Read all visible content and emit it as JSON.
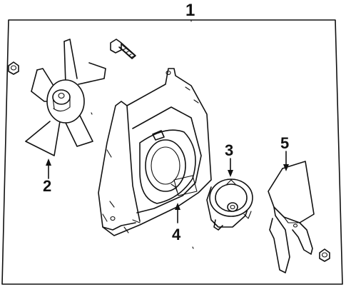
{
  "diagram": {
    "callouts": {
      "assembly": "1",
      "fan_blade": "2",
      "motor": "3",
      "shroud": "4",
      "blade_right": "5"
    }
  }
}
